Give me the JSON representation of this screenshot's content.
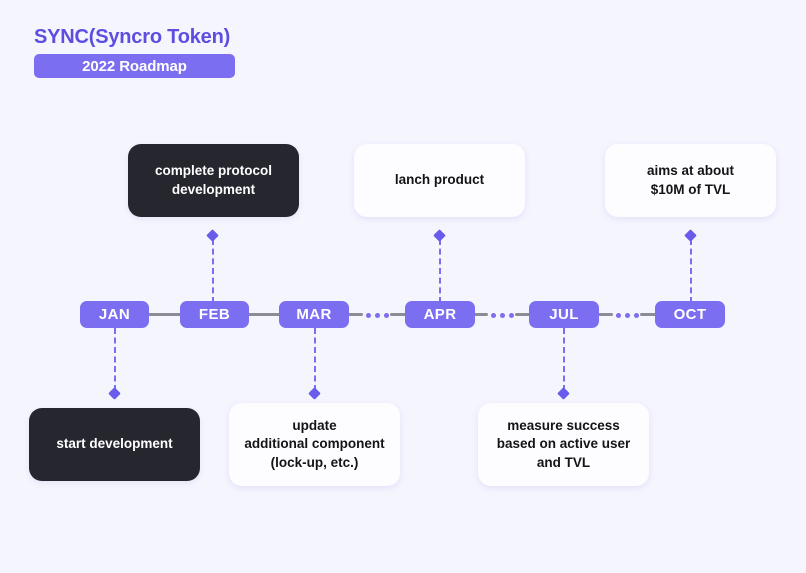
{
  "header": {
    "title": "SYNC(Syncro Token)",
    "badge": "2022 Roadmap"
  },
  "colors": {
    "background": "#f5f5fe",
    "accent_purple": "#7c6ef0",
    "title_purple": "#5d4ee0",
    "diamond_purple": "#6a5cea",
    "spine_gray": "#8c8c97",
    "card_dark": "#25262e",
    "card_light": "#fdfdff"
  },
  "timeline": {
    "milestones": [
      {
        "label": "JAN"
      },
      {
        "label": "FEB"
      },
      {
        "label": "MAR"
      },
      {
        "label": "APR"
      },
      {
        "label": "JUL"
      },
      {
        "label": "OCT"
      }
    ],
    "gap_markers": [
      {
        "glyph": "•••"
      },
      {
        "glyph": "•••"
      },
      {
        "glyph": "•••"
      }
    ]
  },
  "cards_above": [
    {
      "month": "FEB",
      "style": "dark",
      "lines": [
        "complete protocol",
        "development"
      ]
    },
    {
      "month": "APR",
      "style": "light",
      "lines": [
        "lanch product"
      ]
    },
    {
      "month": "OCT",
      "style": "light",
      "lines": [
        "aims at about",
        "$10M of TVL"
      ]
    }
  ],
  "cards_below": [
    {
      "month": "JAN",
      "style": "dark",
      "lines": [
        "start development"
      ]
    },
    {
      "month": "MAR",
      "style": "light",
      "lines": [
        "update",
        "additional component",
        "(lock-up, etc.)"
      ]
    },
    {
      "month": "JUL",
      "style": "light",
      "lines": [
        "measure success",
        "based on active user",
        "and TVL"
      ]
    }
  ]
}
